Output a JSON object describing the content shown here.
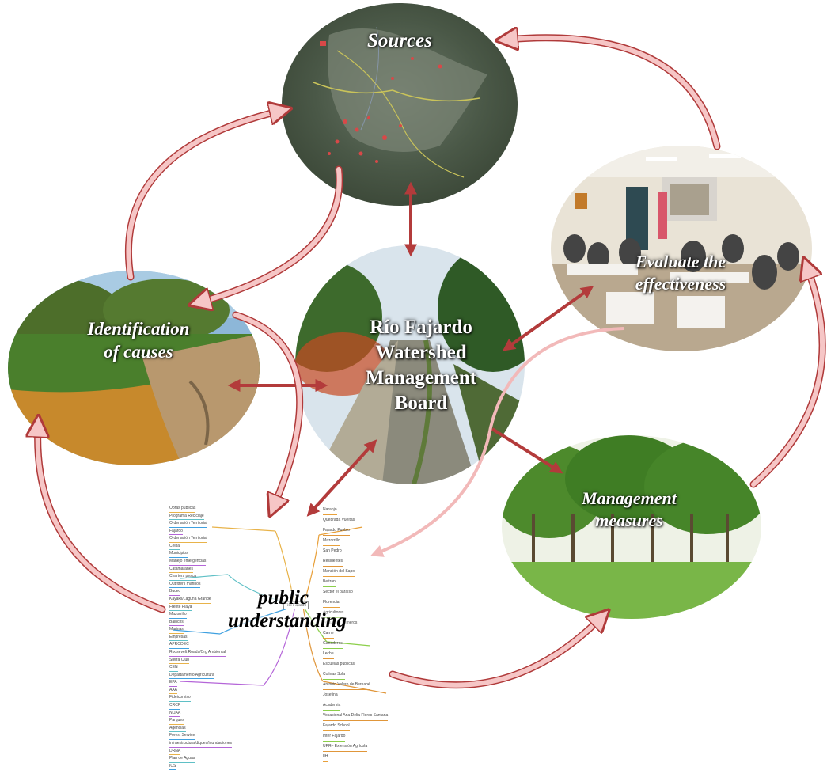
{
  "nodes": {
    "sources": {
      "label": "Sources"
    },
    "causes": {
      "line1": "Identification",
      "line2": "of causes"
    },
    "center": {
      "line1": "Río Fajardo",
      "line2": "Watershed",
      "line3": "Management",
      "line4": "Board"
    },
    "evaluate": {
      "line1": "Evaluate the",
      "line2": "effectiveness"
    },
    "measures": {
      "line1": "Management",
      "line2": "measures"
    },
    "public": {
      "line1": "public",
      "line2": "understanding"
    }
  },
  "mindmap": {
    "center": "Río Fajardo",
    "left_items": [
      "Obras públicas",
      "Programa Reciclaje",
      "Ordenación Territorial",
      "Fajardo",
      "Ordenación Territorial",
      "Ceiba",
      "Municipios",
      "Manejo emergencias",
      "Catamaranes",
      "Charters pesca",
      "Outfitters marinos",
      "Buceo",
      "Kayaks/Laguna Grande",
      "Frente Playa",
      "Mazorrillo",
      "Balnchs",
      "Marinas",
      "Empresas",
      "APRODEC",
      "Roosevelt Roads/Org Ambiental",
      "Sierra Club",
      "CEN",
      "Departamento Agricultura",
      "EPA",
      "AAA",
      "Fideicomiso",
      "CRCP",
      "NOAA",
      "Parques",
      "Agencias",
      "Forest Service",
      "infraestructura/diques/inundaciones",
      "DRNA",
      "Plan de Aguas",
      "ICS"
    ],
    "right_items": [
      "Naranjo",
      "Quebrada Vueltas",
      "Fajardo Pueblo",
      "Mazorrillo",
      "San Pedro",
      "Residentes",
      "Mansión del Sapo",
      "Beltran",
      "Sector el paraíso",
      "Florencia",
      "Agricultores",
      "Pequeños Meneros",
      "Carne",
      "Ganaderos",
      "Leche",
      "Escuelas públicas",
      "Colinas Sola",
      "Antonio Valero de Bernabé",
      "Josefina",
      "Academia",
      "Vocacional Ana Delia Flores Santana",
      "Fajardo School",
      "Inter Fajardo",
      "UPR– Extensión Agrícola",
      "IIH"
    ]
  },
  "colors": {
    "arrow_fill": "#f6c6c6",
    "arrow_stroke": "#b03a3a",
    "connector": "#b33b3b"
  }
}
